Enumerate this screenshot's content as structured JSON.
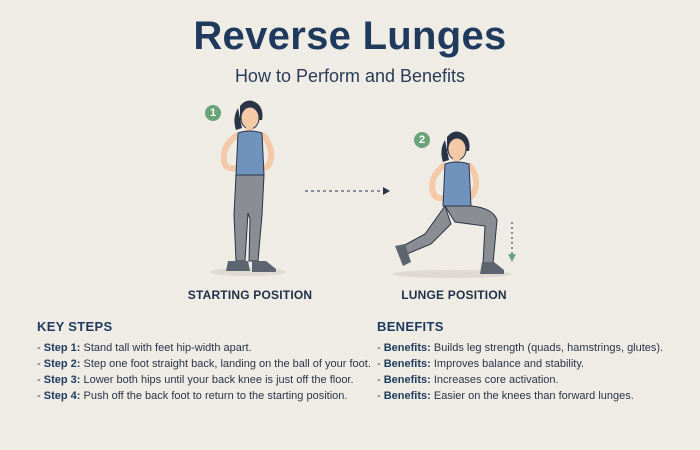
{
  "title": "Reverse Lunges",
  "subtitle": "How to Perform and Benefits",
  "figures": [
    {
      "number": "1",
      "label": "STARTING POSITION"
    },
    {
      "number": "2",
      "label": "LUNGE POSITION"
    }
  ],
  "key_steps": {
    "heading": "KEY STEPS",
    "items": [
      {
        "key": "Step 1:",
        "text": "Stand tall with feet hip-width apart."
      },
      {
        "key": "Step 2:",
        "text": "Step one foot straight back, landing on the ball of your foot."
      },
      {
        "key": "Step 3:",
        "text": "Lower both hips until your back knee is just off the floor."
      },
      {
        "key": "Step 4:",
        "text": "Push off the back foot to return to the starting position."
      }
    ]
  },
  "benefits": {
    "heading": "BENEFITS",
    "items": [
      {
        "key": "Benefits:",
        "text": "Builds leg strength (quads, hamstrings, glutes)."
      },
      {
        "key": "Benefits:",
        "text": "Improves balance and stability."
      },
      {
        "key": "Benefits:",
        "text": "Increases core activation."
      },
      {
        "key": "Benefits:",
        "text": "Easier on the knees than forward lunges."
      }
    ]
  },
  "colors": {
    "title": "#1f3a5c",
    "badge": "#6aa378",
    "tank_top": "#6f93bd",
    "leggings": "#8a8d92",
    "skin": "#f3c9a8",
    "hair": "#2a3447",
    "background": "#efece6"
  }
}
